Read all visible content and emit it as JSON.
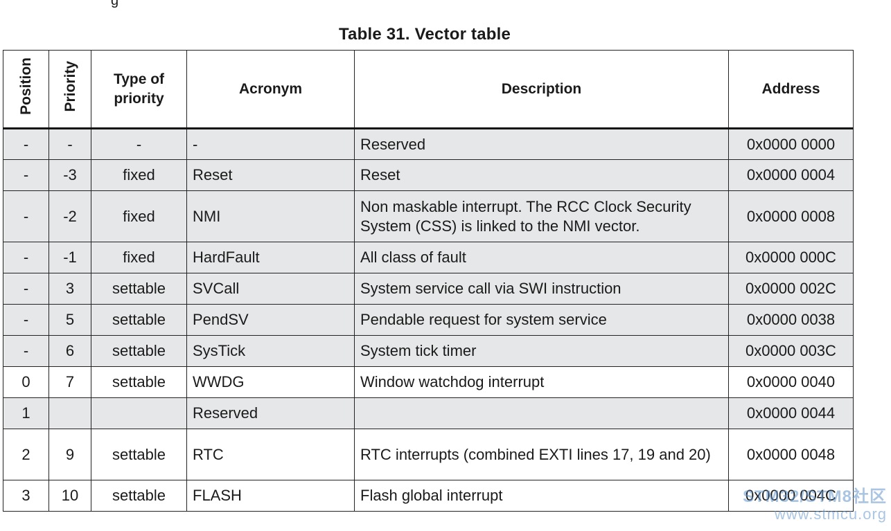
{
  "page": {
    "top_fragment": "g"
  },
  "table": {
    "caption": "Table 31. Vector table",
    "headers": [
      "Position",
      "Priority",
      "Type of priority",
      "Acronym",
      "Description",
      "Address"
    ],
    "rows": [
      {
        "position": "-",
        "priority": "-",
        "type": "-",
        "acronym": "-",
        "description": "Reserved",
        "address": "0x0000 0000",
        "shaded": true
      },
      {
        "position": "-",
        "priority": "-3",
        "type": "fixed",
        "acronym": "Reset",
        "description": "Reset",
        "address": "0x0000 0004",
        "shaded": true
      },
      {
        "position": "-",
        "priority": "-2",
        "type": "fixed",
        "acronym": "NMI",
        "description": "Non maskable interrupt. The RCC Clock Security System (CSS) is linked to the NMI vector.",
        "address": "0x0000 0008",
        "shaded": true
      },
      {
        "position": "-",
        "priority": "-1",
        "type": "fixed",
        "acronym": "HardFault",
        "description": "All class of fault",
        "address": "0x0000 000C",
        "shaded": true
      },
      {
        "position": "-",
        "priority": "3",
        "type": "settable",
        "acronym": "SVCall",
        "description": "System service call via SWI instruction",
        "address": "0x0000 002C",
        "shaded": true
      },
      {
        "position": "-",
        "priority": "5",
        "type": "settable",
        "acronym": "PendSV",
        "description": "Pendable request for system service",
        "address": "0x0000 0038",
        "shaded": true
      },
      {
        "position": "-",
        "priority": "6",
        "type": "settable",
        "acronym": "SysTick",
        "description": "System tick timer",
        "address": "0x0000 003C",
        "shaded": true
      },
      {
        "position": "0",
        "priority": "7",
        "type": "settable",
        "acronym": "WWDG",
        "description": "Window watchdog interrupt",
        "address": "0x0000 0040",
        "shaded": false
      },
      {
        "position": "1",
        "priority": "",
        "type": "",
        "acronym": "Reserved",
        "description": "",
        "address": "0x0000 0044",
        "shaded": true
      },
      {
        "position": "2",
        "priority": "9",
        "type": "settable",
        "acronym": "RTC",
        "description": "RTC interrupts (combined EXTI lines 17, 19 and 20)",
        "address": "0x0000 0048",
        "shaded": false
      },
      {
        "position": "3",
        "priority": "10",
        "type": "settable",
        "acronym": "FLASH",
        "description": "Flash global interrupt",
        "address": "0x0000 004C",
        "shaded": false
      }
    ]
  },
  "watermark": {
    "line1": "STM32/STM8社区",
    "line2": "www.stmcu.org"
  }
}
